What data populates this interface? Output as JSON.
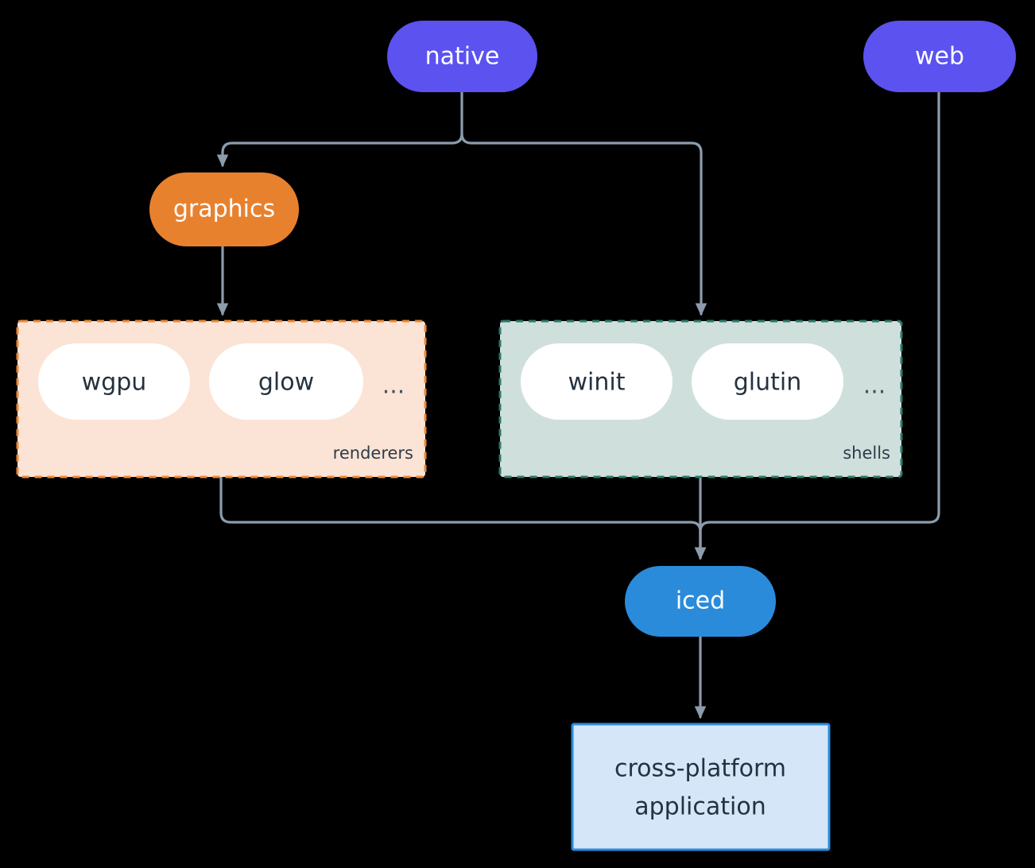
{
  "diagram": {
    "type": "architecture-flow",
    "background": "#000000",
    "edge_color": "#8c9cac",
    "nodes": {
      "native": {
        "label": "native",
        "fill": "#5b52f0",
        "text_color": "#ffffff",
        "shape": "pill"
      },
      "web": {
        "label": "web",
        "fill": "#5b52f0",
        "text_color": "#ffffff",
        "shape": "pill"
      },
      "graphics": {
        "label": "graphics",
        "fill": "#e8812e",
        "text_color": "#ffffff",
        "shape": "pill"
      },
      "iced": {
        "label": "iced",
        "fill": "#2a8bdb",
        "text_color": "#ffffff",
        "shape": "pill"
      },
      "application": {
        "label_line1": "cross-platform",
        "label_line2": "application",
        "fill": "#d4e6f7",
        "border": "#2a8bdb",
        "text_color": "#243240",
        "shape": "rect"
      }
    },
    "groups": [
      {
        "id": "renderers",
        "caption": "renderers",
        "fill": "#fbe4d5",
        "border": "#ed8936",
        "border_style": "dashed",
        "items": [
          {
            "label": "wgpu",
            "fill": "#ffffff",
            "text_color": "#243240"
          },
          {
            "label": "glow",
            "fill": "#ffffff",
            "text_color": "#243240"
          }
        ],
        "ellipsis": "..."
      },
      {
        "id": "shells",
        "caption": "shells",
        "fill": "#cfe0dc",
        "border": "#2c7a6c",
        "border_style": "dashed",
        "items": [
          {
            "label": "winit",
            "fill": "#ffffff",
            "text_color": "#243240"
          },
          {
            "label": "glutin",
            "fill": "#ffffff",
            "text_color": "#243240"
          }
        ],
        "ellipsis": "..."
      }
    ],
    "edges": [
      {
        "from": "native",
        "to": "graphics"
      },
      {
        "from": "native",
        "to": "shells"
      },
      {
        "from": "graphics",
        "to": "renderers"
      },
      {
        "from": "renderers",
        "to": "iced"
      },
      {
        "from": "shells",
        "to": "iced"
      },
      {
        "from": "web",
        "to": "iced"
      },
      {
        "from": "iced",
        "to": "application"
      }
    ]
  }
}
